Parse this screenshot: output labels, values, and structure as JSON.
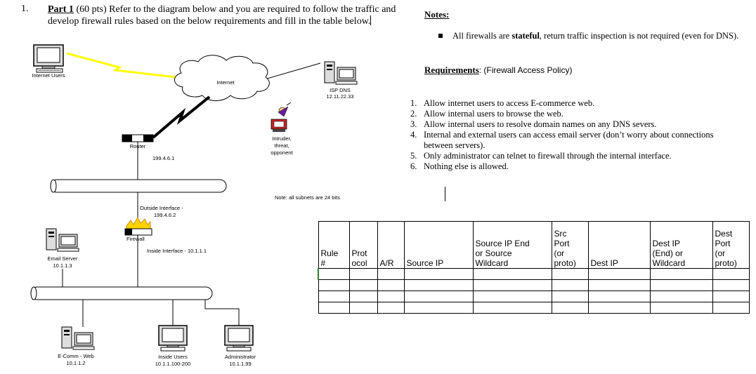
{
  "question": {
    "number": "1.",
    "title": "Part 1",
    "text": " (60 pts) Refer to the diagram below and you are required to follow the traffic and develop firewall rules based on the below requirements and fill in the table below."
  },
  "notes": {
    "heading": "Notes",
    "heading_colon": ":",
    "bullet_pre": "All firewalls are ",
    "bullet_bold": "stateful",
    "bullet_post": ", return traffic inspection is not required (even for DNS)."
  },
  "requirements": {
    "heading": "Requirements",
    "subtitle": ": (Firewall Access Policy)",
    "items": [
      {
        "num": "1.",
        "text": "Allow internet users to access E-commerce web."
      },
      {
        "num": "2.",
        "text": "Allow internal users to browse the web."
      },
      {
        "num": "3.",
        "text": "Allow internal users to resolve domain names on any DNS severs."
      },
      {
        "num": "4.",
        "text": "Internal and external users can access email server (don’t worry about connections between servers)."
      },
      {
        "num": "5.",
        "text": "Only administrator can telnet to firewall through the internal interface."
      },
      {
        "num": "6.",
        "text": "Nothing else is allowed."
      }
    ]
  },
  "diagram": {
    "internet_users": "Internet Users",
    "internet": "Internet",
    "isp_dns_name": "ISP DNS",
    "isp_dns_ip": "12.11.22.33",
    "intruder_1": "Intruder,",
    "intruder_2": "threat,",
    "intruder_3": "opponent",
    "router": "Router",
    "router_ip": "199.4.6.1",
    "subnet_note": "Note: all subnets are 24 bits",
    "outside_if_1": "Outside Interface -",
    "outside_if_2": "199.4.6.2",
    "firewall": "Firewall",
    "inside_if": "Inside Interface - 10.1.1.1",
    "email_name": "Email Server",
    "email_ip": "10.1.1.3",
    "ecomm_name": "E-Comm - Web",
    "ecomm_ip": "10.1.1.2",
    "inside_users_name": "Inside Users",
    "inside_users_ip": "10.1.1.100-200",
    "admin_name": "Administrator",
    "admin_ip": "10.1.1.99"
  },
  "table": {
    "headers": [
      [
        "Rule",
        "#"
      ],
      [
        "Prot",
        "ocol"
      ],
      [
        "A/R"
      ],
      [
        "Source IP"
      ],
      [
        "Source IP End",
        "or Source",
        "Wildcard"
      ],
      [
        "Src",
        "Port",
        "(or",
        "proto)"
      ],
      [
        "Dest IP"
      ],
      [
        "Dest IP",
        "(End) or",
        "Wildcard"
      ],
      [
        "Dest",
        "Port",
        "(or",
        "proto)"
      ]
    ],
    "empty_rows": 4
  },
  "colors": {
    "lightning": "#ffff00",
    "firewall_flame": "#ffd200",
    "text": "#000000"
  }
}
